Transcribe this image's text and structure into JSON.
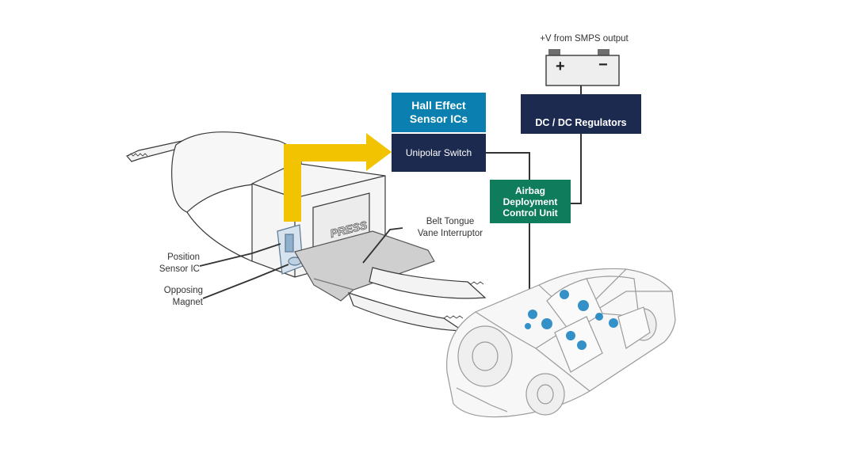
{
  "blocks": {
    "hall_effect": "Hall Effect\nSensor ICs",
    "unipolar_switch": "Unipolar Switch",
    "dc_dc": "DC / DC Regulators",
    "airbag": "Airbag\nDeployment\nControl Unit"
  },
  "labels": {
    "smps": "+V from SMPS output",
    "belt_tongue": "Belt Tongue\nVane Interruptor",
    "position_sensor": "Position\nSensor IC",
    "opposing_magnet": "Opposing\nMagnet"
  },
  "battery": {
    "plus": "+",
    "minus": "−"
  },
  "buckle_text": "PRESS",
  "colors": {
    "hall_effect": "#0a7fb0",
    "unipolar_switch": "#1d2a4f",
    "dc_dc": "#1d2a4f",
    "airbag": "#0f7d5c",
    "arrow": "#f2c300",
    "airbag_dots": "#1f86c2"
  }
}
